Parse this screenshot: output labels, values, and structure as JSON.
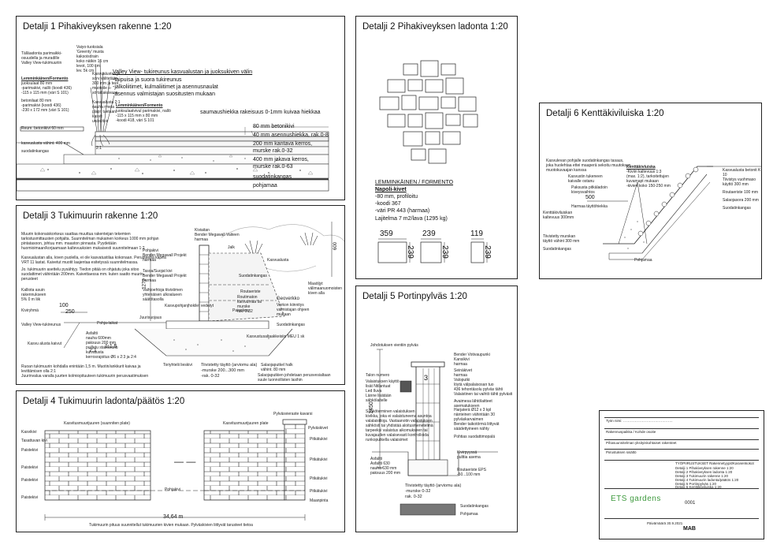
{
  "panels": {
    "d1": {
      "title": "Detalji 1 Pihakiveyksen rakenne 1:20",
      "left_note": "Tälläadonta parimaikki-\nosuudella ja muradille\nValley View-tukimuuriin",
      "lem_head": "Lemminkäinen/Formento",
      "lem_lines": [
        "juoksulaat 80 mm",
        "-parimakivi, nallö (koodi 436)",
        "-115 x 115 mm (väri S 101)"
      ],
      "lem2_lines": [
        "betonilaat 80 mm",
        "-parimakivi (koodi 436)",
        "-230 x 172 mm (väri S 101)"
      ],
      "hsm": "Reum. betonikivi 60 mm",
      "kasvu": "kasvualusta vähint. 400 mm",
      "suod_small": "suodatinkangas",
      "top_note": "Vaiyo-tuoksiala\n'Greenty' musta\nkaksoisdrain\nkoko nätkin 15 cm\nlevot, 100 cm\nlev. 5k cm",
      "mid_note": "Kasvualustaa ja\nsorv välitetään\n300 mm ja teot\nmuotoile s-\nsörtaltakuvaan",
      "low_note": "Kasvualusta 2:1\nnauha rmeta\nplapit tuetaan\nkasvit\nunibuttoir",
      "valley_head": "Valley View- tukireunus kasvualustan ja juoksukiven välin",
      "valley_lines": [
        "-taipuisa ja suora tukireunus",
        "-jalkoliitimet, kulmaliitimet ja asennusnaulat",
        "-asennus valmistajan suositusten mukaan"
      ],
      "lem3_head": "Lemminkäinen/Formento",
      "lem3_lines": [
        "juoksulaatvivul parimakivi, nallö",
        "-115 x 115 mm x 80 mm",
        "-koodi 418, väri S 101"
      ],
      "layers": [
        "saumaushiekka rakeisuus 0-1mm kuivaa hiekkaa",
        "80 mm betonikivi",
        "40 mm asennushiekka, rak.0-8",
        "200 mm kantava kerros,",
        "murske rak.0-32",
        "400 mm jakava kerros,",
        "murske rak.0-63",
        "suodatinkangas",
        "pohjamaa"
      ],
      "slope": "2:1"
    },
    "d2": {
      "title": "Detalji 2 Pihakiveyksen ladonta 1:20",
      "prod_head": "LEMMINKÄINEN / FORMENTO",
      "prod_sub": "Napoli-kivet",
      "prod_lines": [
        "-80 mm, profiloitu",
        "-koodi 367",
        "-väri PR 443 (harmaa)",
        "Lajitelma 7 m2/lava  (1295 kg)"
      ],
      "dims": [
        {
          "w": "359",
          "h": "239"
        },
        {
          "w": "239",
          "h": "239"
        },
        {
          "w": "119",
          "h": "239"
        }
      ]
    },
    "d3": {
      "title": "Detalji 3 Tukimuurin rakenne 1:20",
      "note1": "Muurin kokonaiskorkeus saattaa muuttua rakenteijan tekemien\ntarkistusmittausten pohjalta. Suunnitelman mukainen korkeus 1000 mm pohjan\npintatasoon, johtuu mm. maaston pinnasta. Pyydetään\nhuomioimaan/korjaamaan kaltevuuksien mukaisesti suunnitelmaan 1:2",
      "note2": "Kasvualustan alla, kiven puolella, ei ole kasvatustilaa kokonaan. Perusteena kapea\nVRT 11 lastat. Kaivetut muotit laajentaa esitetyssä suunnitelmassa.",
      "note2b": "Jo. tukimuurin asettelu  pysähtyy. Tiedon pitää on ohjatutu joka sitoo\nsuodattimet vähintään 200mm. Kaivettaessa mm. kuten saatto muurin\nperusteet",
      "kallio": "Kalliota asuin\nrakennukseen\n5% 0 m liik",
      "dim100": "100",
      "dim250": "250",
      "kivet": "Kiviryhmä",
      "valley": "Valley View-tukireunus",
      "kasvu": "Kasvu alusta kaivut",
      "r21": "2:1",
      "r115": "1:1,5",
      "tx_top": "Kiviaitan\nBender Megawall Vaiteen\nharmaa",
      "tx_b": "Pohjakivi\nBender Megawall Projekt\nharmaa",
      "tx_c": "Tasoa/Suojat kivi\nBender Megawall Projekt\nharmaa",
      "tx_d": "Vaihtoehtoja tiivistimen\nyhtenäisen ulkoalueen\nsäätötasolla",
      "tx_e": "Kasvupohjanjhokilet vedetyt",
      "tx_f": "Juurisuojaus",
      "tx_g": "Pohja-laikat",
      "tx_h": "Painolevy",
      "tx_i": "Routaeriste",
      "tx_j": "Suodatinkangas",
      "tx_k": "Routimaton\nkaivuumaa tai\nmurske\nrak. 0-32",
      "tx_l": "Geoverkko",
      "tx_m": "Verkon kiinnitys\nvalmistajan ohjeen\nmukaan",
      "tx_n": "Maaöljyt\nvälimaanuomoisten\nkiven alla",
      "tx_o": "Suodatinkangas",
      "tx_p": "Kasvustusaltaakkeisiin MEU 1 sk",
      "tx_q": "Asfaltti\nnauha 600mm\npaksuus 200 mm\npuilletu stabilisoitu\nkuivatusta\nkerrosrajoitus Ø6 s 2:3 ja 2:4",
      "tx_r": "Toriyhtelii lieskivi",
      "tx_s": "Tiivistetty täyttö (arviomu ala)\n-murske 200...300 mm\n-rak. 0-32",
      "tx_t": "Salaojaputkel halk\nvähint. 80 mm",
      "tx_u": "Salaojaputkien johdetaan perusvesialtaan\nsuule luonnollisten lasihin",
      "tx_v": "Ruoan tukimuurin kohdalla enintään 1,5 m. Muotin/ankkurit kaivaa ja\nlevittämisen olla 2:1\nJuurinvalua varalla juurten kolmiopituuteen tukimuurin perusvaatimuksen",
      "h1270": "1270",
      "h600": "600",
      "kasvu2": "Kasvualusta",
      "jalka": "Jalk"
    },
    "d4": {
      "title": "Detalji 4 Tukimuurin ladonta/päätös 1:20",
      "top_left": "Kasvitusmuurijuuren (suunniten plate)",
      "top_right": "Kasvitusmuurijuuren plate",
      "pylväs": "Pylväsvieraste kavarsi",
      "labels_left": [
        "Kasvikivi",
        "Tasattuvan kivi",
        "Paistekivi",
        "Paistekivi",
        "Paistekivi",
        "Paistekivi"
      ],
      "labels_right": [
        "Pylväskivet",
        "Pitkätukivi",
        "Pitkätukivi",
        "Pitkätukivi",
        "Pitkätukivi",
        "Maanpinta"
      ],
      "pohja": "Pohjakivi",
      "dim": "34,64 m",
      "bottom": "Tukimuurin pituus suunnitellut tukimuurien kivien mukaan. Pylväskivien liittyvät tarusteet tietoa"
    },
    "d5": {
      "title": "Detalji 5 Portinpylväs 1:20",
      "top": "Johdotuksen vientiin pylväs",
      "h1450": "1450",
      "n3": "3",
      "left_labels": [
        "Talon numero",
        "Valaistuksen käyttö\nlisät Ntilantuat\nLed Iluva\nLänne lisätään\nsähkölaitelle",
        "Sähköterminen valaistuksen\nkivikka, joka ei valaistuneena asuntoa\nvalalaistiloja. Vastaanotin valaistuksen\nsähkösti tai yhdistää aloitusmenetelmä\ntarpeeksi valaistus aikomukseen tai\nkuvajauden valaisevasti kontrolloida\nrunkoputkella valaisimet"
      ],
      "right_labels": [
        "Bender Votivaupunki\nKansikivi\nharmaa",
        "Seinäkivet\nharmaa",
        "Valoputki\nlöytä välpalaisosan tuo\n436 tehontäsolu pylväs tähti",
        "Valaistinen tai vaihtö tähti pylvästi",
        "Avaimesa lähtölaitteet asematukseen",
        "Harjaterä Ø12 x 3 kpl\nnänteinen vähintään 30 pylväskarvaimen",
        "Bender taikotörmä liittyvät säädettyineen nähty",
        "Pohtias suodattimopalä"
      ],
      "bottom_left": "Asfaltti\nAsfaltti 630\nnauha 630 mm\npaksuus 200 mm",
      "bottom_mid": "Tiivistetty täyttö (arviomu ala)\n-murske 0-32\nrak. 0-32",
      "r_kivi": "Kivirpyyssä\npulttia asema",
      "r_eps": "Routaeriste EPS\n-50...100 mm",
      "r_suod": "Suodatinkangas",
      "r_pohja": "Pohjamaa"
    },
    "d6": {
      "title": "Detalji 6 Kenttäkiviluiska 1:20",
      "note": "Kasvulevan pohjalle suodatinkangas tasaus,\njoka huolehtaa ettei maaperä sekoitu muutoksen\nmuotokuvaajan kanssa",
      "kv_head": "Kenttäkivluiska",
      "kv_lines": [
        "-Kiviin kaltevuus 1:3",
        "(max. 1:2), tarkoitettujen",
        "kuvamapt mukaan",
        "-kivien koko 150-250 mm"
      ],
      "stab": "Kasvustin tukeneen\nkaivalle ostanu",
      "tuki": "Paksusta pitkäladoin\nkiveysvaihtos",
      "d500": "500",
      "gap": "Harmaa täyttöhiekka",
      "right": [
        "Kasvualusta betonit  K 10",
        "Tiivistys vuohmaso\nkäyttö 300 mm",
        "Routaeriste 100 mm",
        "Salaojasora 200 mm",
        "Suodatinkangas"
      ],
      "left": [
        "Kenttäkiviluiskan\nkaltevuus 300mm",
        "Tiivistetty murskan\ntäyttö vähint 300 mm",
        "Suodatinkangas"
      ],
      "pohj": "Pohjamaa"
    }
  },
  "title_block": {
    "brand": "ETS gardens",
    "code": "MAB",
    "rows": [
      "Työn nimi: ……………………………………",
      "Rakennuspaikka / Kohde osoite",
      "Pihasuunnitelman yksityiskohtaiset rakenteet",
      "Piirustuksen sisältö",
      "TYÖPIIRUSTUKSET   Rakennetyypit/Kasvienkokot",
      "Detalji 1 Pihakiveyksen rakenne  1:20",
      "Detalji 2 Pihakiveyksen ladonta  1:20",
      "Detalji 3 Tukimuurin rakenne  1:20",
      "Detalji 4 Tukimuurin ladonta/päätös  1:20",
      "Detalji 5 Portinpylväs  1:20",
      "Detalji 6 Kenttäkiviluiska  1:20"
    ],
    "num": "0001",
    "date": "Päivämäärä 30.9.2021"
  }
}
